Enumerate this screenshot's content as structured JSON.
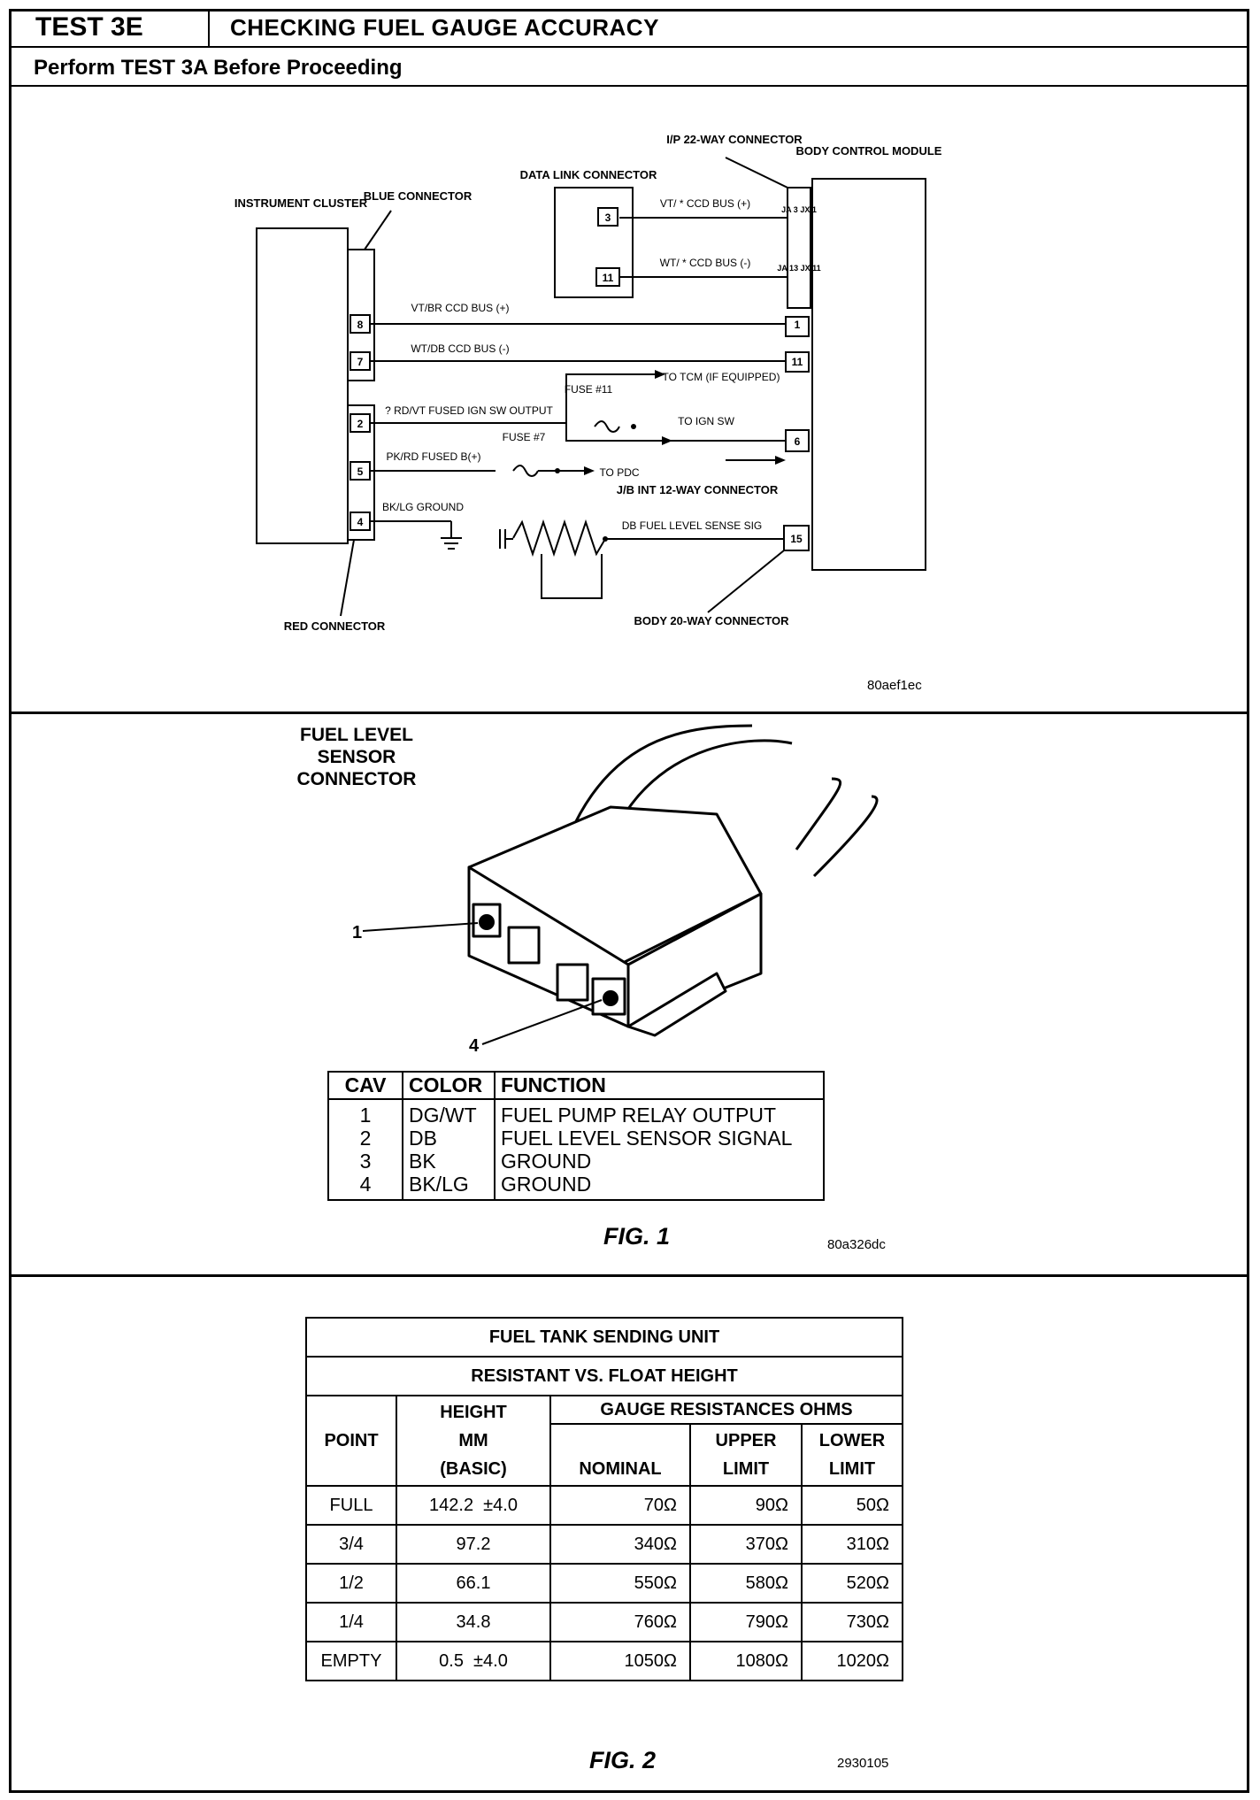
{
  "header": {
    "test_id": "TEST 3E",
    "title": "CHECKING FUEL GAUGE ACCURACY",
    "subtitle": "Perform TEST 3A Before Proceeding"
  },
  "wiring": {
    "instrument_cluster": "INSTRUMENT CLUSTER",
    "blue_connector": "BLUE CONNECTOR",
    "red_connector": "RED CONNECTOR",
    "data_link_connector": "DATA LINK CONNECTOR",
    "ip_connector": "I/P 22-WAY CONNECTOR",
    "body_control_module": "BODY CONTROL MODULE",
    "ccd_plus_top": "VT/ * CCD BUS (+)",
    "ccd_minus_top": "WT/ * CCD BUS (-)",
    "ccd_plus": "VT/BR CCD BUS (+)",
    "ccd_minus": "WT/DB CCD BUS (-)",
    "ign_wire": "? RD/VT FUSED IGN SW OUTPUT",
    "fused_b_wire": "PK/RD FUSED B(+)",
    "ground_wire": "BK/LG GROUND",
    "fuse11": "FUSE #11",
    "fuse7": "FUSE #7",
    "to_tcm": "TO TCM (IF EQUIPPED)",
    "to_ign_sw": "TO IGN SW",
    "to_pdc": "TO PDC",
    "jb_int": "J/B INT 12-WAY CONNECTOR",
    "fuel_sense": "DB FUEL LEVEL SENSE SIG",
    "body_20way": "BODY 20-WAY CONNECTOR",
    "pin_3": "3",
    "pin_11": "11",
    "pin_8": "8",
    "pin_7": "7",
    "pin_2": "2",
    "pin_5": "5",
    "pin_4": "4",
    "bcm_ja3": "JA 3 JX 1",
    "bcm_ja13": "JA 13 JX 11",
    "bcm_1": "1",
    "bcm_11": "11",
    "bcm_6": "6",
    "bcm_15": "15",
    "code": "80aef1ec"
  },
  "fig1": {
    "connector_label": "FUEL LEVEL SENSOR CONNECTOR",
    "callout_1": "1",
    "callout_4": "4",
    "table_headers": [
      "CAV",
      "COLOR",
      "FUNCTION"
    ],
    "rows": [
      {
        "cav": "1",
        "color": "DG/WT",
        "function": "FUEL PUMP RELAY OUTPUT"
      },
      {
        "cav": "2",
        "color": "DB",
        "function": "FUEL LEVEL SENSOR SIGNAL"
      },
      {
        "cav": "3",
        "color": "BK",
        "function": "GROUND"
      },
      {
        "cav": "4",
        "color": "BK/LG",
        "function": "GROUND"
      }
    ],
    "caption": "FIG. 1",
    "code": "80a326dc"
  },
  "fig2": {
    "title": "FUEL TANK SENDING UNIT",
    "subtitle": "RESISTANT VS. FLOAT HEIGHT",
    "col_point": "POINT",
    "col_height_1": "HEIGHT",
    "col_height_2": "MM",
    "col_height_3": "(BASIC)",
    "col_gauge": "GAUGE RESISTANCES OHMS",
    "col_nominal": "NOMINAL",
    "col_upper_1": "UPPER",
    "col_upper_2": "LIMIT",
    "col_lower_1": "LOWER",
    "col_lower_2": "LIMIT",
    "rows": [
      {
        "point": "FULL",
        "height": "142.2  ±4.0",
        "nominal": "70Ω",
        "upper": "90Ω",
        "lower": "50Ω"
      },
      {
        "point": "3/4",
        "height": "97.2",
        "nominal": "340Ω",
        "upper": "370Ω",
        "lower": "310Ω"
      },
      {
        "point": "1/2",
        "height": "66.1",
        "nominal": "550Ω",
        "upper": "580Ω",
        "lower": "520Ω"
      },
      {
        "point": "1/4",
        "height": "34.8",
        "nominal": "760Ω",
        "upper": "790Ω",
        "lower": "730Ω"
      },
      {
        "point": "EMPTY",
        "height": "0.5  ±4.0",
        "nominal": "1050Ω",
        "upper": "1080Ω",
        "lower": "1020Ω"
      }
    ],
    "caption": "FIG. 2",
    "code": "2930105"
  }
}
